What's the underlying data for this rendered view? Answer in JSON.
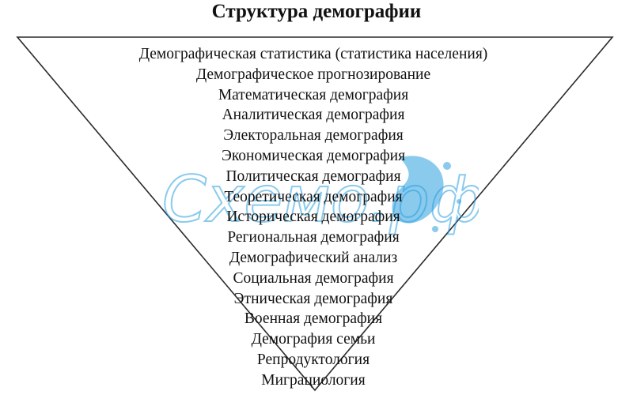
{
  "title": "Структура демографии",
  "items": [
    "Демографическая статистика (статистика населения)",
    "Демографическое прогнозирование",
    "Математическая демография",
    "Аналитическая демография",
    "Электоральная демография",
    "Экономическая демография",
    "Политическая демография",
    "Теоретическая демография",
    "Историческая демография",
    "Региональная демография",
    "Демографический анализ",
    "Социальная демография",
    "Этническая демография",
    "Военная демография",
    "Демография семьи",
    "Репродуктология",
    "Миграциология"
  ],
  "watermark": {
    "text": "Схемо.рф",
    "color": "#2b9fe0"
  },
  "colors": {
    "line": "#2a2a2a",
    "text": "#111111"
  }
}
